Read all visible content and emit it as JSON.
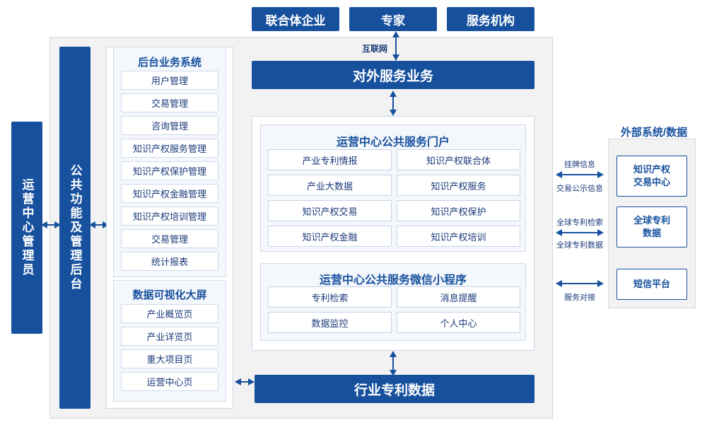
{
  "top_nodes": [
    {
      "label": "联合体企业"
    },
    {
      "label": "专家"
    },
    {
      "label": "服务机构"
    }
  ],
  "internet_label": "互联网",
  "external_service_bar": "对外服务业务",
  "left_vertical": {
    "admin": "运营中心管理员",
    "common_functions": "公共功能及管理后台"
  },
  "backend_system": {
    "title": "后台业务系统",
    "items": [
      "用户管理",
      "交易管理",
      "咨询管理",
      "知识产权服务管理",
      "知识产权保护管理",
      "知识产权金融管理",
      "知识产权培训管理",
      "交易管理",
      "统计报表"
    ]
  },
  "visualization": {
    "title": "数据可视化大屏",
    "items": [
      "产业概览页",
      "产业详览页",
      "重大项目页",
      "运营中心页"
    ]
  },
  "portal": {
    "title": "运营中心公共服务门户",
    "items": [
      "产业专利情报",
      "知识产权联合体",
      "产业大数据",
      "知识产权服务",
      "知识产权交易",
      "知识产权保护",
      "知识产权金融",
      "知识产权培训"
    ]
  },
  "miniprogram": {
    "title": "运营中心公共服务微信小程序",
    "items": [
      "专利检索",
      "消息提醒",
      "数据监控",
      "个人中心"
    ]
  },
  "bottom_bar": "行业专利数据",
  "external": {
    "title": "外部系统/数据",
    "nodes": [
      {
        "label": "知识产权\n交易中心"
      },
      {
        "label": "全球专利\n数据"
      },
      {
        "label": "短信平台"
      }
    ],
    "link_labels": [
      "挂牌信息",
      "交易公示信息",
      "全球专利检索",
      "全球专利数据",
      "服务对接"
    ]
  },
  "colors": {
    "brand": "#17519e",
    "panel": "#f2f2f2",
    "cell_border": "#c5d2e6"
  }
}
